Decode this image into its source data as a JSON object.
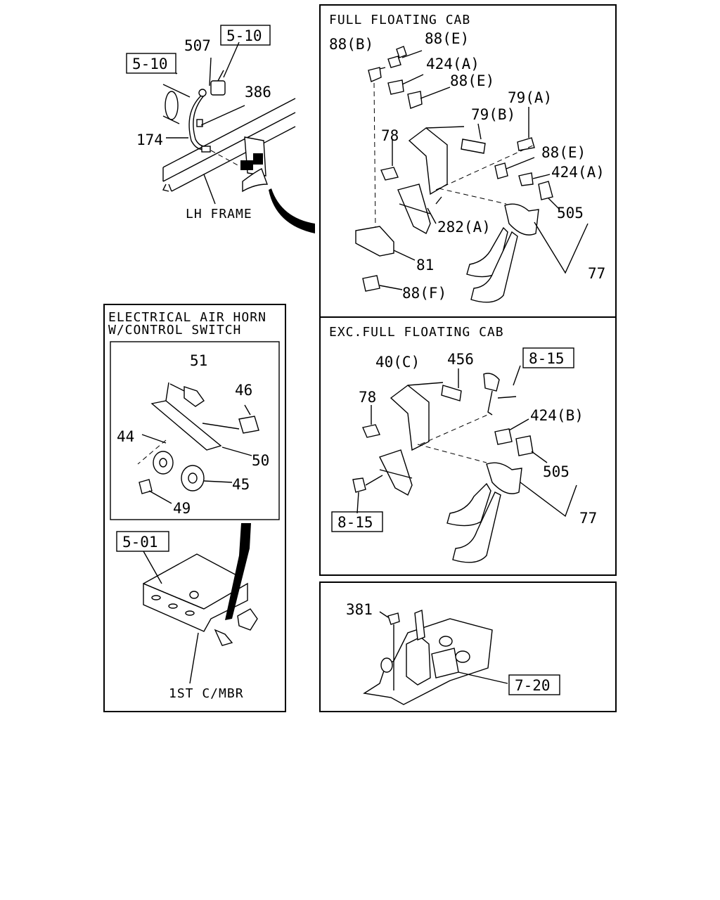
{
  "top_left": {
    "refs": [
      "5-10",
      "5-10"
    ],
    "labels": [
      "507",
      "386",
      "174",
      "LH FRAME"
    ]
  },
  "full_floating": {
    "title": "FULL FLOATING CAB",
    "labels": [
      "88(B)",
      "88(E)",
      "424(A)",
      "88(E)",
      "79(A)",
      "79(B)",
      "78",
      "88(E)",
      "424(A)",
      "505",
      "282(A)",
      "81",
      "88(F)",
      "77"
    ]
  },
  "electrical": {
    "title_line1": "ELECTRICAL AIR HORN",
    "title_line2": "W/CONTROL SWITCH",
    "labels": [
      "51",
      "46",
      "44",
      "50",
      "45",
      "49"
    ],
    "ref": "5-01",
    "member_label": "1ST C/MBR"
  },
  "exc_full_floating": {
    "title": "EXC.FULL FLOATING CAB",
    "labels": [
      "40(C)",
      "456",
      "78",
      "424(B)",
      "505",
      "77"
    ],
    "refs": [
      "8-15",
      "8-15"
    ]
  },
  "bottom_right": {
    "label": "381",
    "ref": "7-20"
  }
}
